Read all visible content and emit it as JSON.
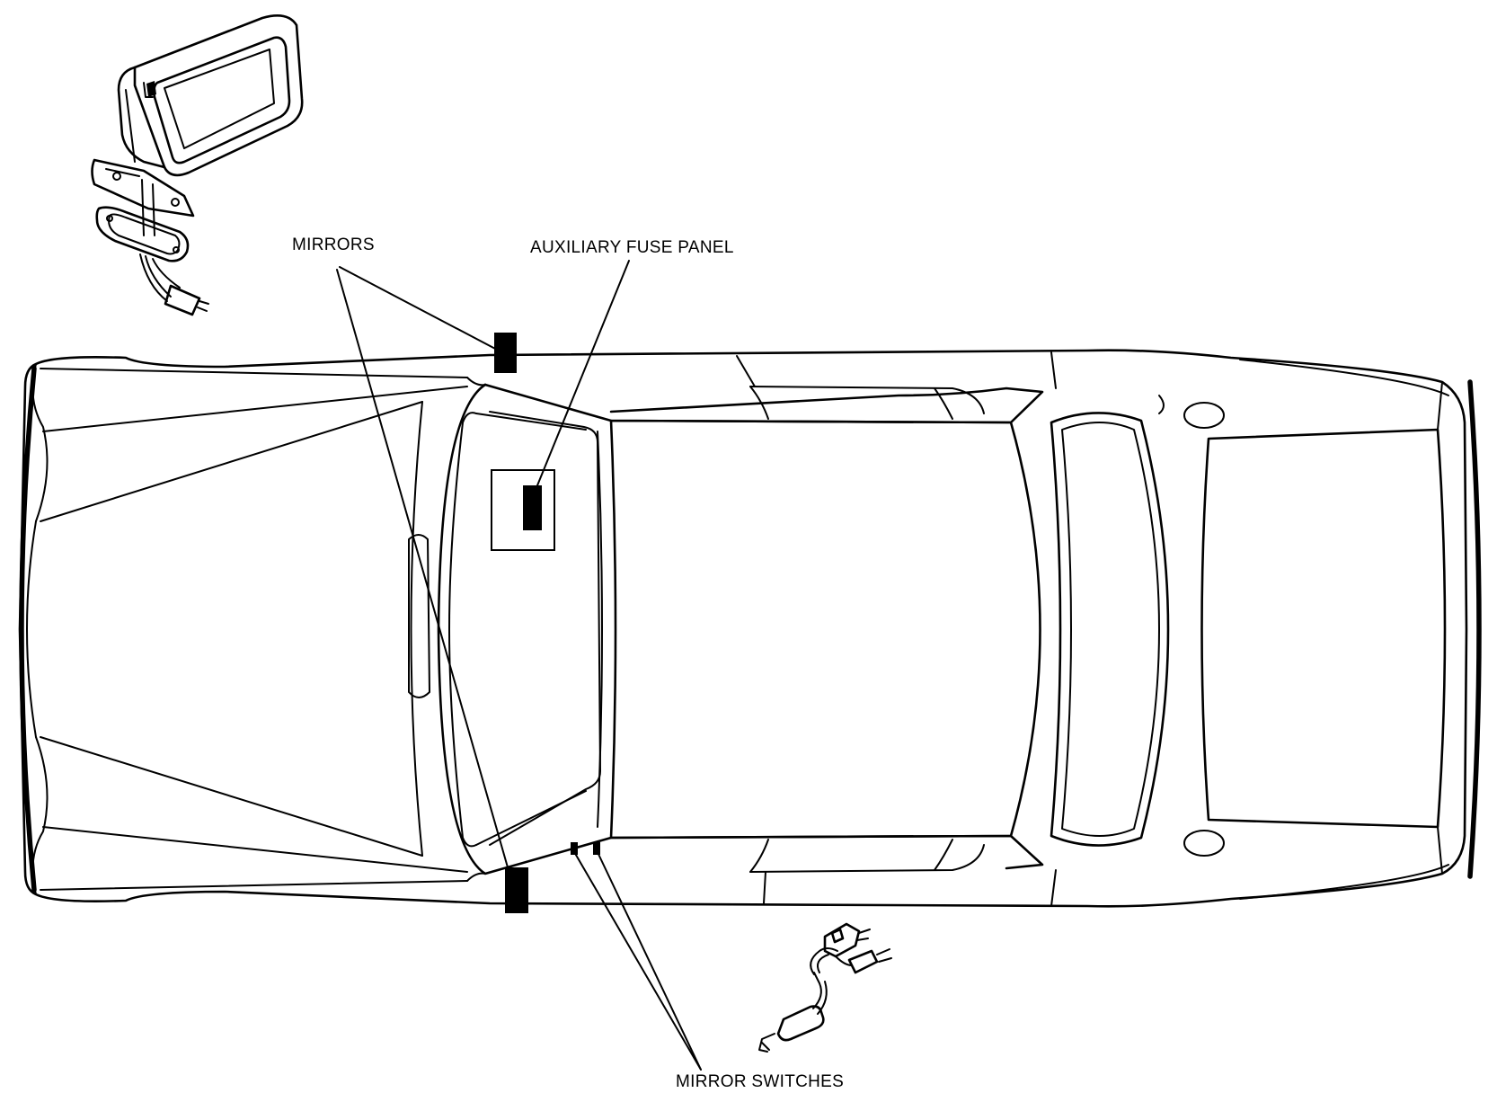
{
  "diagram": {
    "labels": {
      "mirrors": "MIRRORS",
      "aux_fuse_panel": "AUXILIARY FUSE PANEL",
      "mirror_switches": "MIRROR SWITCHES"
    },
    "colors": {
      "line": "#000000",
      "background": "#ffffff"
    }
  }
}
